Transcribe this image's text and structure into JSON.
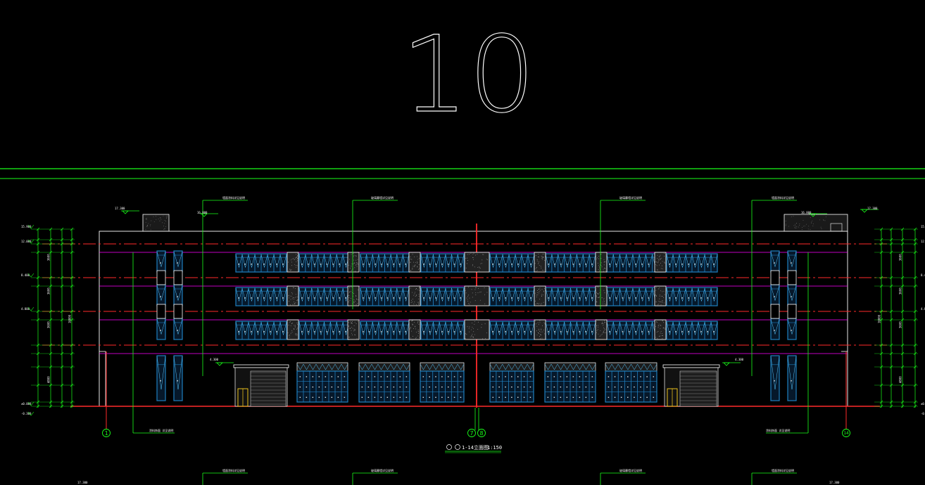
{
  "sheet_number": "10",
  "drawing_title": "1-14立面图",
  "drawing_scale": "1:150",
  "axis_labels": [
    "1",
    "7",
    "8",
    "14"
  ],
  "callouts": {
    "top_left": "墙面涂料详见说明",
    "top_mid_left": "玻璃幕墙详见说明",
    "top_mid_right": "玻璃幕墙详见说明",
    "top_right": "墙面涂料详见说明",
    "bottom_left": "涂料饰面 详见说明",
    "bottom_right": "涂料饰面 详见说明"
  },
  "elevations": {
    "roof_left": "17.300",
    "roof_left_2": "16.800",
    "parapet_left": "17.300",
    "parapet_right": "17.300",
    "level_top": "15.900",
    "level_4": "12.000",
    "level_3": "8.400",
    "level_2": "4.800",
    "level_ground": "±0.000",
    "level_below": "-0.300",
    "canopy_left": "4.300",
    "canopy_right": "4.300"
  },
  "dims": {
    "floor_1": "4800",
    "floor_2": "3600",
    "floor_3": "3600",
    "floor_4": "3600",
    "total": "16800"
  },
  "colors": {
    "background": "#000000",
    "line_white": "#ffffff",
    "line_green": "#19ff19",
    "line_red": "#ff2a2a",
    "line_magenta": "#ff00ff",
    "window_blue": "#1f7fbf",
    "glass_cyan": "#58c8ff",
    "door_yellow": "#ffd21f"
  }
}
